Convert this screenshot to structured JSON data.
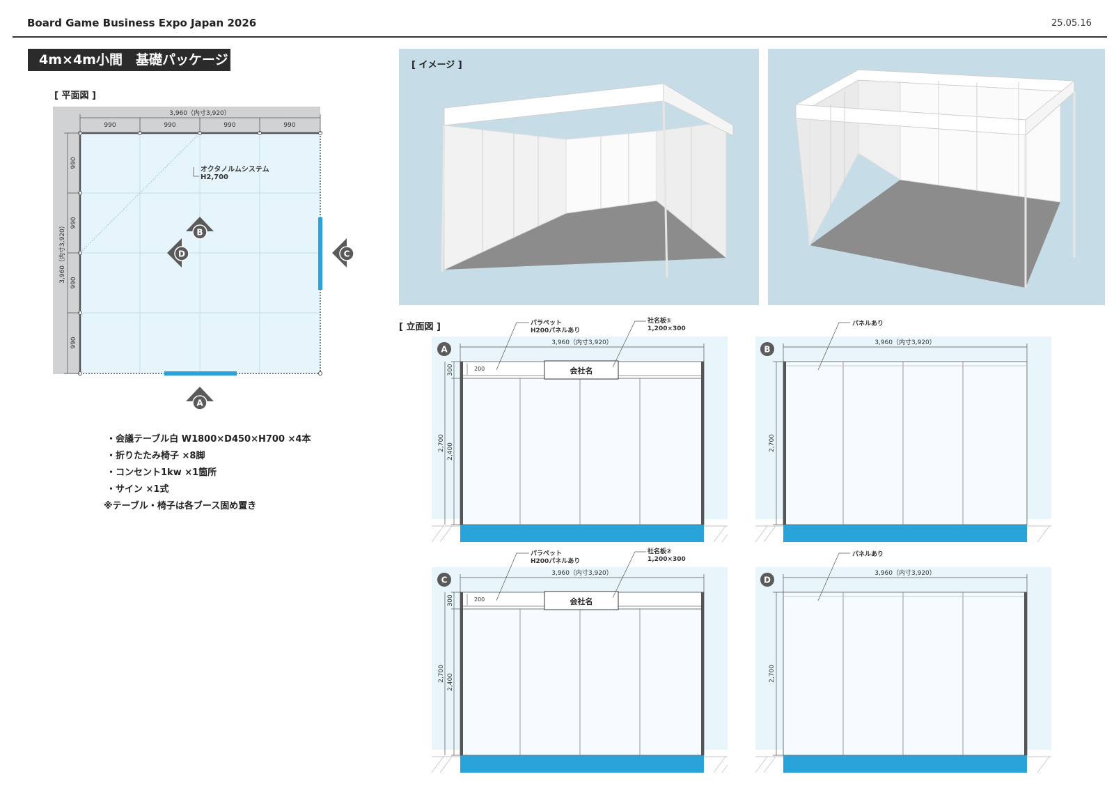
{
  "header": {
    "title": "Board Game Business Expo Japan 2026",
    "date": "25.05.16"
  },
  "package": {
    "title": "4m×4m小間　基礎パッケージ"
  },
  "floor_plan": {
    "section_label": "[ 平面図 ]",
    "width_label": "3,960（内寸3,920）",
    "height_label": "3,960（内寸3,920）",
    "module": "990",
    "system_label_1": "オクタノルムシステム",
    "system_label_2": "H2,700",
    "markers": [
      "A",
      "B",
      "C",
      "D"
    ]
  },
  "image_section": {
    "label": "[ イメージ ]"
  },
  "elevation_section": {
    "label": "[ 立面図 ]"
  },
  "elevations": [
    {
      "id": "A",
      "width_label": "3,960（内寸3,920）",
      "callout1_line1": "パラペット",
      "callout1_line2": "H200パネルあり",
      "callout2_line1": "社名板①",
      "callout2_line2": "1,200×300",
      "sign": "会社名",
      "dim_200": "200",
      "dim_300": "300",
      "dim_2700": "2,700",
      "dim_2400": "2,400"
    },
    {
      "id": "B",
      "width_label": "3,960（内寸3,920）",
      "callout1_line1": "パネルあり",
      "dim_2700": "2,700"
    },
    {
      "id": "C",
      "width_label": "3,960（内寸3,920）",
      "callout1_line1": "パラペット",
      "callout1_line2": "H200パネルあり",
      "callout2_line1": "社名板②",
      "callout2_line2": "1,200×300",
      "sign": "会社名",
      "dim_200": "200",
      "dim_300": "300",
      "dim_2700": "2,700",
      "dim_2400": "2,400"
    },
    {
      "id": "D",
      "width_label": "3,960（内寸3,920）",
      "callout1_line1": "パネルあり",
      "dim_2700": "2,700"
    }
  ],
  "specs": {
    "items": [
      "・会議テーブル白 W1800×D450×H700 ×4本",
      "・折りたたみ椅子 ×8脚",
      "・コンセント1kw ×1箇所",
      "・サイン ×1式"
    ],
    "note": "※テーブル・椅子は各ブース固め置き"
  },
  "colors": {
    "accent": "#2aa3d8",
    "plan_fill": "#e6f4fb",
    "elev_bg": "#e8f5fb",
    "image_bg": "#c6dde8",
    "dark": "#2b2b2b"
  }
}
